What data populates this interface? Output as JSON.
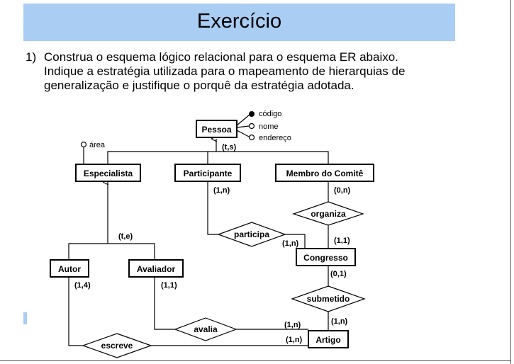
{
  "title": "Exercício",
  "question": {
    "number": "1)",
    "lines": [
      "Construa o esquema lógico relacional para o esquema ER abaixo.",
      "Indique a estratégia utilizada para o mapeamento de hierarquias de",
      "generalização e justifique o porquê da estratégia adotada."
    ]
  },
  "diagram": {
    "entities": {
      "pessoa": "Pessoa",
      "especialista": "Especialista",
      "participante": "Participante",
      "membro": "Membro do Comitê",
      "autor": "Autor",
      "avaliador": "Avaliador",
      "congresso": "Congresso",
      "artigo": "Artigo"
    },
    "relationships": {
      "organiza": "organiza",
      "participa": "participa",
      "submetido": "submetido",
      "avalia": "avalia",
      "escreve": "escreve"
    },
    "attributes": {
      "codigo": "código",
      "nome": "nome",
      "endereco": "endereço",
      "area": "área"
    },
    "cardinalities": {
      "generalization_pessoa": "(t,s)",
      "generalization_especialista": "(t,e)",
      "participante_participa": "(1,n)",
      "congresso_participa": "(1,n)",
      "membro_organiza": "(0,n)",
      "congresso_organiza": "(1,1)",
      "congresso_submetido": "(0,1)",
      "artigo_submetido": "(1,n)",
      "autor_escreve": "(1,4)",
      "artigo_escreve": "(1,n)",
      "avaliador_avalia": "(1,1)",
      "artigo_avalia": "(1,n)"
    }
  }
}
